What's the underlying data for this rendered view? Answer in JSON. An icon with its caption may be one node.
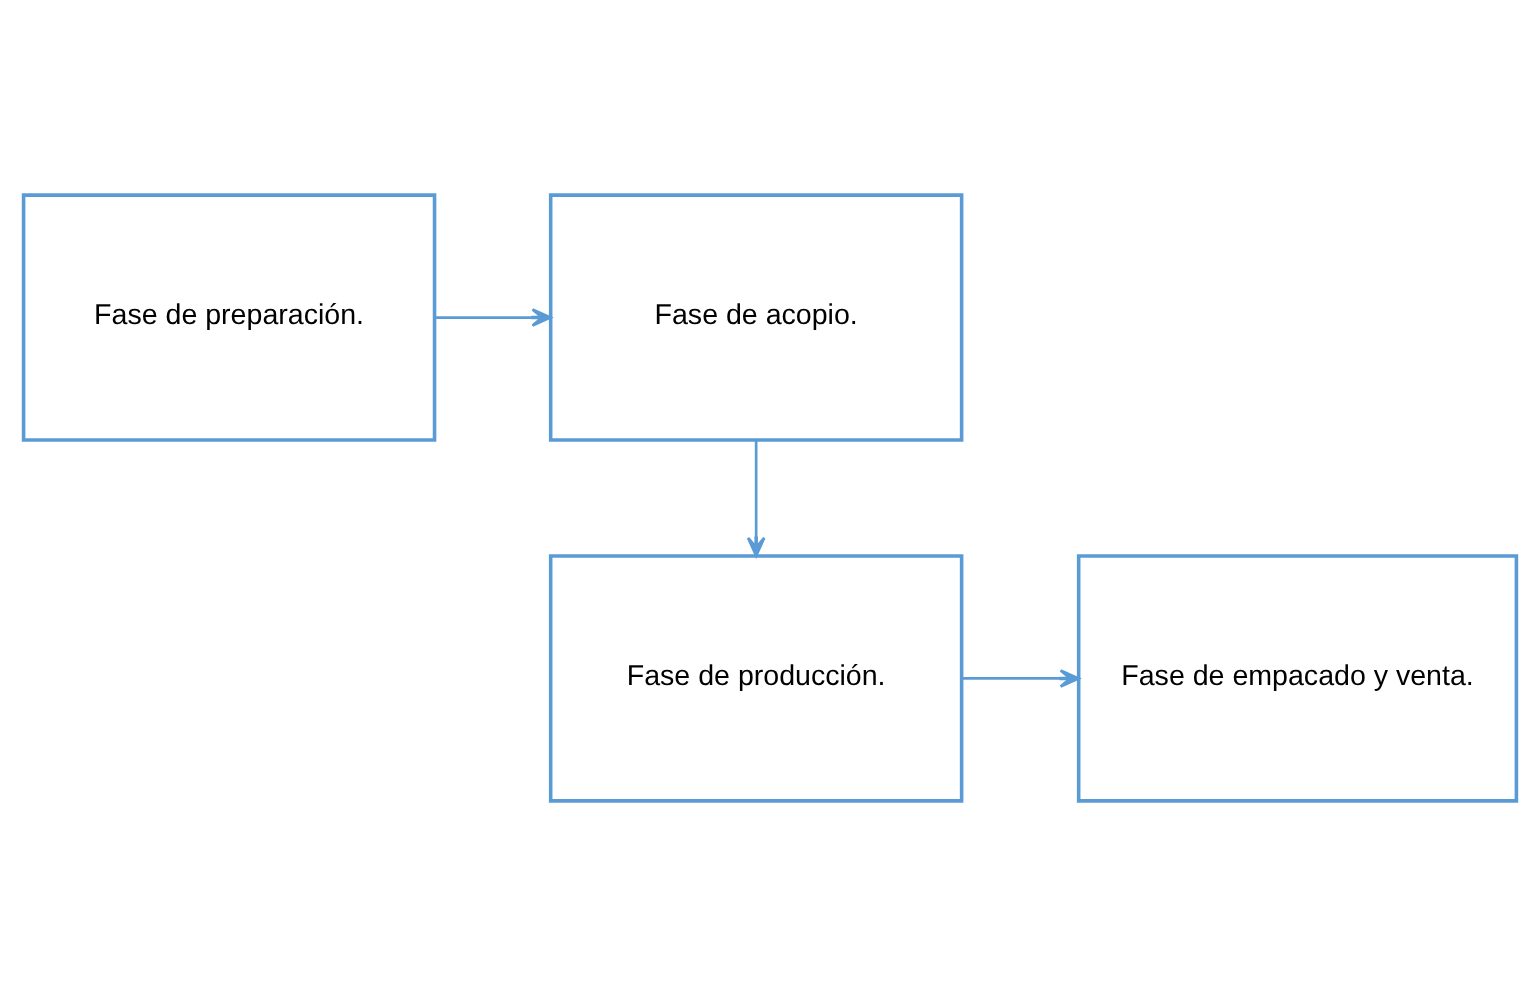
{
  "diagram": {
    "nodes": [
      {
        "text": [
          "Fase de preparación."
        ]
      },
      {
        "text": [
          "Fase de acopio."
        ]
      },
      {
        "text": [
          "Fase de producción."
        ]
      },
      {
        "text": [
          "Fase de empacado y venta."
        ]
      }
    ],
    "edges": [
      {
        "from": 0,
        "to": 1,
        "arrow": "to"
      },
      {
        "from": 1,
        "to": 2,
        "arrow": "to"
      },
      {
        "from": 2,
        "to": 3,
        "arrow": "to"
      }
    ]
  }
}
